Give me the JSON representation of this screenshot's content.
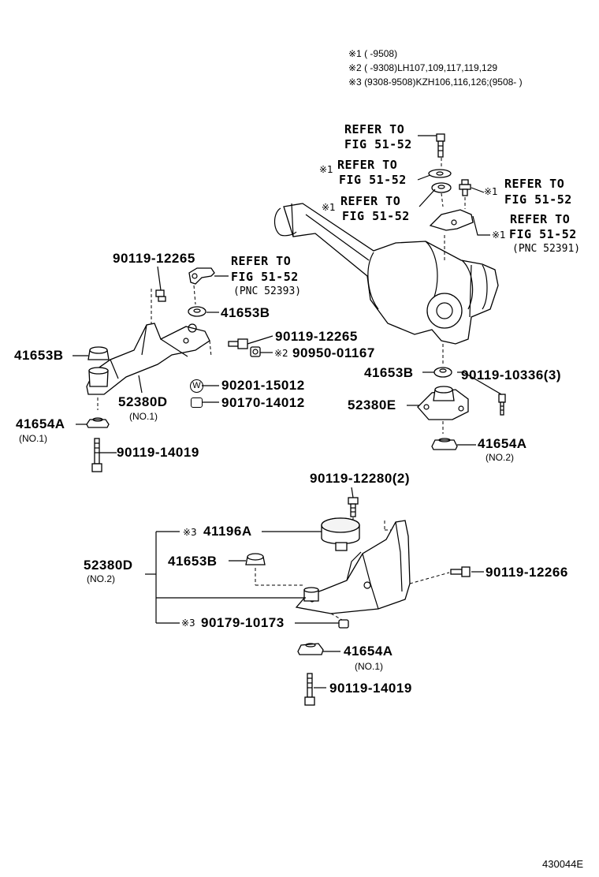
{
  "notes": {
    "n1": "※1 (        -9508)",
    "n2": "※2 (        -9308)LH107,109,117,119,129",
    "n3": "※3 (9308-9508)KZH106,116,126;(9508-       )"
  },
  "refs": {
    "r1_line1": "REFER TO",
    "r1_line2": "FIG 51-52",
    "r2_mark": "※1",
    "r2_line1": "REFER TO",
    "r2_line2": "FIG 51-52",
    "r3_mark": "※1",
    "r3_line1": "REFER TO",
    "r3_line2": "FIG 51-52",
    "r4_mark": "※1",
    "r4_line1": "REFER TO",
    "r4_line2": "FIG 51-52",
    "r5_mark": "※1",
    "r5_line1": "REFER TO",
    "r5_line2": "FIG 51-52",
    "r5_pnc": "(PNC 52391)",
    "r6_line1": "REFER TO",
    "r6_line2": "FIG 51-52",
    "r6_pnc": "(PNC 52393)"
  },
  "parts": {
    "p_90119_12265_a": "90119-12265",
    "p_41653B_a": "41653B",
    "p_41653B_b": "41653B",
    "p_90119_12265_b": "90119-12265",
    "p_90950_01167": "90950-01167",
    "p_90950_mark": "※2",
    "p_52380D_1": "52380D",
    "p_52380D_1_sub": "(NO.1)",
    "p_90201_15012": "90201-15012",
    "p_90201_sym": "W",
    "p_90170_14012": "90170-14012",
    "p_41654A_a": "41654A",
    "p_41654A_a_sub": "(NO.1)",
    "p_90119_14019_a": "90119-14019",
    "p_41653B_c": "41653B",
    "p_90119_10336": "90119-10336(3)",
    "p_52380E": "52380E",
    "p_41654A_b": "41654A",
    "p_41654A_b_sub": "(NO.2)",
    "p_90119_12280": "90119-12280(2)",
    "p_41196A": "41196A",
    "p_41196A_mark": "※3",
    "p_52380D_2": "52380D",
    "p_52380D_2_sub": "(NO.2)",
    "p_41653B_d": "41653B",
    "p_90119_12266": "90119-12266",
    "p_90179_10173": "90179-10173",
    "p_90179_mark": "※3",
    "p_41654A_c": "41654A",
    "p_41654A_c_sub": "(NO.1)",
    "p_90119_14019_b": "90119-14019"
  },
  "figure_id": "430044E"
}
